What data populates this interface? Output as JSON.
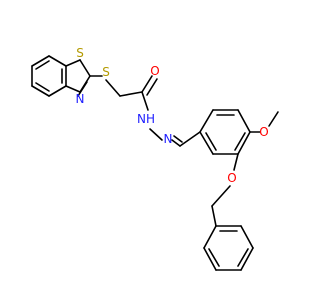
{
  "atoms": {
    "s_thiazole": {
      "text": "S",
      "color": "#b39a00"
    },
    "n_thiazole": {
      "text": "N",
      "color": "#2020ff"
    },
    "s_thioether": {
      "text": "S",
      "color": "#b39a00"
    },
    "o_carbonyl": {
      "text": "O",
      "color": "#ff0000"
    },
    "nh": {
      "text": "NH",
      "color": "#2020ff"
    },
    "n_imine": {
      "text": "N",
      "color": "#2020ff"
    },
    "o_methoxy": {
      "text": "O",
      "color": "#ff0000"
    },
    "o_benzyloxy": {
      "text": "O",
      "color": "#ff0000"
    }
  }
}
